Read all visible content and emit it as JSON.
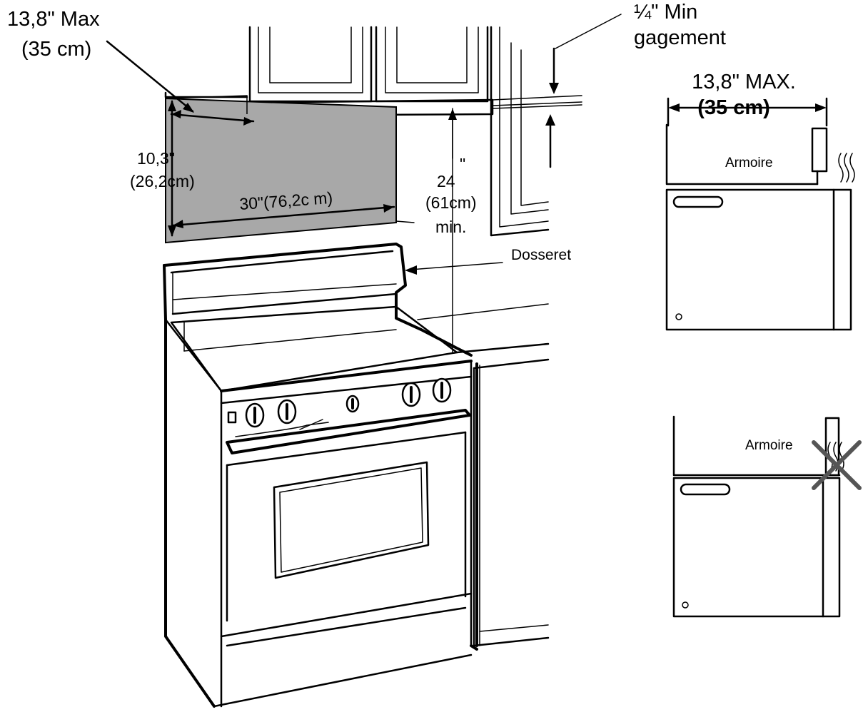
{
  "colors": {
    "ink": "#000000",
    "backsplash_panel": "#a8a8a8",
    "gap_line": "#2c2c7a",
    "background": "#ffffff"
  },
  "labels": {
    "top_depth_line1": "13,8\" Max",
    "top_depth_line2": "(35 cm)",
    "clearance_line1": "¼\" Min",
    "clearance_line2": "gagement",
    "depth_max_line1": "13,8\" MAX.",
    "depth_max_line2": "(35 cm)",
    "height_line1": "10,3\"",
    "height_line2": "(26,2cm)",
    "width": "30\"(76,2c m)",
    "min_height_line1": "24",
    "min_height_inch": "\"",
    "min_height_line2": "(61cm)",
    "min_height_line3": "min.",
    "backsplash": "Dosseret",
    "cabinet_correct": "Armoire",
    "cabinet_incorrect": "Armoire"
  }
}
